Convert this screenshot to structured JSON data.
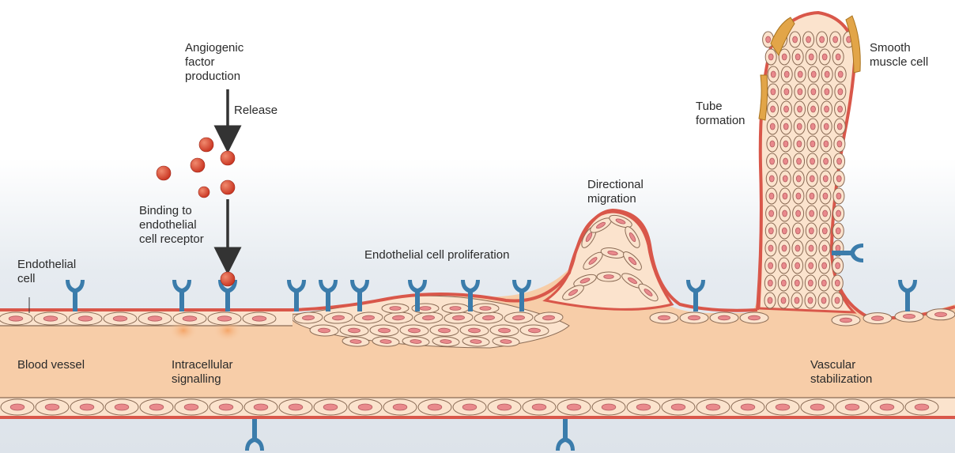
{
  "labels": {
    "angiogenic": "Angiogenic\nfactor\nproduction",
    "release": "Release",
    "binding": "Binding to\nendothelial\ncell receptor",
    "endothelial_cell": "Endothelial\ncell",
    "blood_vessel": "Blood vessel",
    "intracellular": "Intracellular\nsignalling",
    "proliferation": "Endothelial cell proliferation",
    "directional": "Directional\nmigration",
    "tube": "Tube\nformation",
    "smooth_muscle": "Smooth\nmuscle cell",
    "vascular": "Vascular\nstabilization"
  },
  "colors": {
    "vessel_fill": "#f7cda8",
    "cell_fill": "#fbe3cd",
    "cell_outline": "#8a6b55",
    "nucleus": "#e9898c",
    "wall": "#d9574a",
    "receptor": "#3b7cab",
    "ligand": "#d8392a",
    "arrow": "#333333",
    "muscle": "#e2a548",
    "background_tint": "#e8edf2"
  },
  "icons": [
    "receptor-icon",
    "ligand-icon",
    "arrow-icon",
    "smooth-muscle-icon"
  ]
}
